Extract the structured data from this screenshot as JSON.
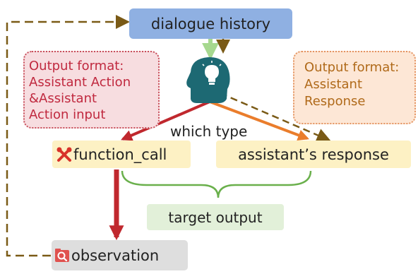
{
  "nodes": {
    "dialogue_history": "dialogue history",
    "function_call": "function_call",
    "assistant_response": "assistant’s response",
    "target_output": "target output",
    "observation": "observation",
    "which_type": "which type"
  },
  "notes": {
    "left": [
      "Output format:",
      "Assistant Action",
      "&Assistant",
      "Action input"
    ],
    "right": [
      "Output format:",
      "Assistant",
      "Response"
    ]
  },
  "icons": {
    "agent": "head-with-lightbulb-icon",
    "function_call": "crossed-tools-icon",
    "observation": "magnifier-folder-icon"
  },
  "colors": {
    "history_box": "#8fb0e2",
    "output_box": "#fdf1c4",
    "target_box": "#e2f0d9",
    "observation_box": "#dedede",
    "function_arrow": "#c0282e",
    "response_arrow": "#ea7d2c",
    "dashed_flow": "#7a5a16",
    "brace": "#6ab04c",
    "agent_icon": "#1d6973",
    "left_note_text": "#c0293f",
    "right_note_text": "#b06a1a"
  }
}
